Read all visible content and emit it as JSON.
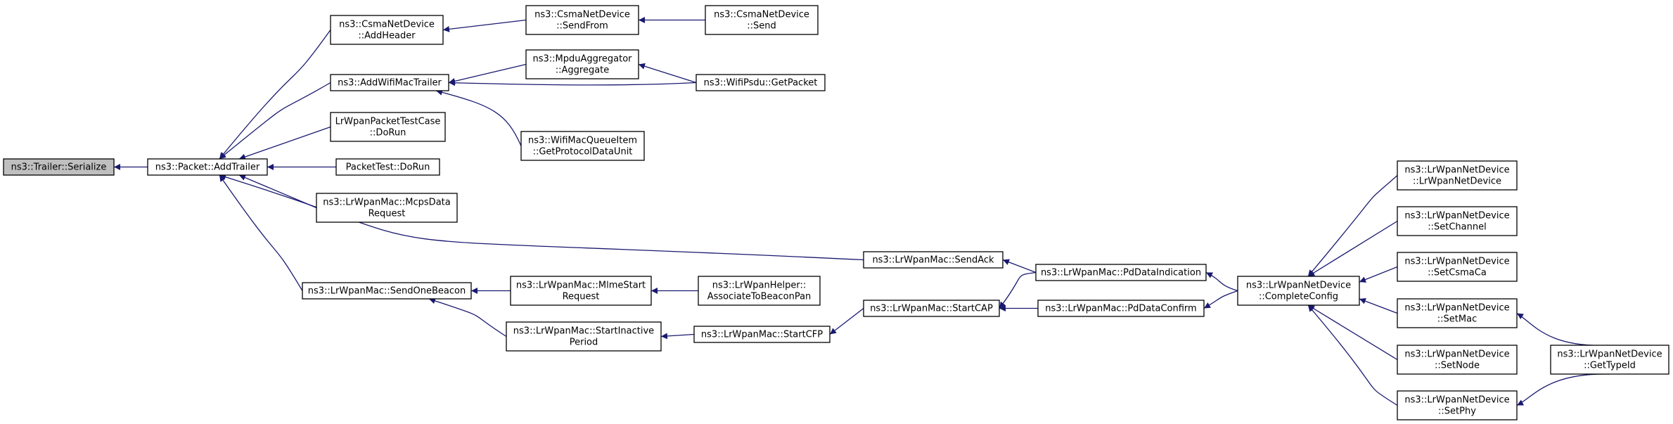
{
  "colors": {
    "edge": "#191970",
    "node_border": "#000000",
    "root_fill": "#bfbfbf",
    "node_fill": "#ffffff"
  },
  "nodes": [
    {
      "id": "serialize",
      "lines": [
        "ns3::Trailer::Serialize"
      ],
      "root": true
    },
    {
      "id": "addtrailer",
      "lines": [
        "ns3::Packet::AddTrailer"
      ]
    },
    {
      "id": "addheader",
      "lines": [
        "ns3::CsmaNetDevice",
        "::AddHeader"
      ]
    },
    {
      "id": "sendfrom",
      "lines": [
        "ns3::CsmaNetDevice",
        "::SendFrom"
      ]
    },
    {
      "id": "send",
      "lines": [
        "ns3::CsmaNetDevice",
        "::Send"
      ]
    },
    {
      "id": "addwifimac",
      "lines": [
        "ns3::AddWifiMacTrailer"
      ]
    },
    {
      "id": "aggregate",
      "lines": [
        "ns3::MpduAggregator",
        "::Aggregate"
      ]
    },
    {
      "id": "getpacket",
      "lines": [
        "ns3::WifiPsdu::GetPacket"
      ]
    },
    {
      "id": "getprotocol",
      "lines": [
        "ns3::WifiMacQueueItem",
        "::GetProtocolDataUnit"
      ]
    },
    {
      "id": "lrwpantest",
      "lines": [
        "LrWpanPacketTestCase",
        "::DoRun"
      ]
    },
    {
      "id": "packettest",
      "lines": [
        "PacketTest::DoRun"
      ]
    },
    {
      "id": "mcpsdata",
      "lines": [
        "ns3::LrWpanMac::McpsData",
        "Request"
      ]
    },
    {
      "id": "sendack",
      "lines": [
        "ns3::LrWpanMac::SendAck"
      ]
    },
    {
      "id": "pddataind",
      "lines": [
        "ns3::LrWpanMac::PdDataIndication"
      ]
    },
    {
      "id": "sendonebeacon",
      "lines": [
        "ns3::LrWpanMac::SendOneBeacon"
      ]
    },
    {
      "id": "mlmestart",
      "lines": [
        "ns3::LrWpanMac::MlmeStart",
        "Request"
      ]
    },
    {
      "id": "associate",
      "lines": [
        "ns3::LrWpanHelper::",
        "AssociateToBeaconPan"
      ]
    },
    {
      "id": "startinactive",
      "lines": [
        "ns3::LrWpanMac::StartInactive",
        "Period"
      ]
    },
    {
      "id": "startcfp",
      "lines": [
        "ns3::LrWpanMac::StartCFP"
      ]
    },
    {
      "id": "startcap",
      "lines": [
        "ns3::LrWpanMac::StartCAP"
      ]
    },
    {
      "id": "pddataconfirm",
      "lines": [
        "ns3::LrWpanMac::PdDataConfirm"
      ]
    },
    {
      "id": "completeconfig",
      "lines": [
        "ns3::LrWpanNetDevice",
        "::CompleteConfig"
      ]
    },
    {
      "id": "lrwpannetdevice",
      "lines": [
        "ns3::LrWpanNetDevice",
        "::LrWpanNetDevice"
      ]
    },
    {
      "id": "setchannel",
      "lines": [
        "ns3::LrWpanNetDevice",
        "::SetChannel"
      ]
    },
    {
      "id": "setcsmaca",
      "lines": [
        "ns3::LrWpanNetDevice",
        "::SetCsmaCa"
      ]
    },
    {
      "id": "setmac",
      "lines": [
        "ns3::LrWpanNetDevice",
        "::SetMac"
      ]
    },
    {
      "id": "setnode",
      "lines": [
        "ns3::LrWpanNetDevice",
        "::SetNode"
      ]
    },
    {
      "id": "setphy",
      "lines": [
        "ns3::LrWpanNetDevice",
        "::SetPhy"
      ]
    },
    {
      "id": "gettypeid",
      "lines": [
        "ns3::LrWpanNetDevice",
        "::GetTypeId"
      ]
    }
  ],
  "edges": [
    {
      "from": "addtrailer",
      "to": "serialize"
    },
    {
      "from": "addheader",
      "to": "addtrailer"
    },
    {
      "from": "addwifimac",
      "to": "addtrailer"
    },
    {
      "from": "lrwpantest",
      "to": "addtrailer"
    },
    {
      "from": "packettest",
      "to": "addtrailer"
    },
    {
      "from": "mcpsdata",
      "to": "addtrailer"
    },
    {
      "from": "sendack",
      "to": "addtrailer"
    },
    {
      "from": "sendonebeacon",
      "to": "addtrailer"
    },
    {
      "from": "sendfrom",
      "to": "addheader"
    },
    {
      "from": "send",
      "to": "sendfrom"
    },
    {
      "from": "aggregate",
      "to": "addwifimac"
    },
    {
      "from": "getpacket",
      "to": "addwifimac"
    },
    {
      "from": "getprotocol",
      "to": "addwifimac"
    },
    {
      "from": "getpacket",
      "to": "aggregate"
    },
    {
      "from": "pddataind",
      "to": "sendack"
    },
    {
      "from": "completeconfig",
      "to": "pddataind"
    },
    {
      "from": "mlmestart",
      "to": "sendonebeacon"
    },
    {
      "from": "startinactive",
      "to": "sendonebeacon"
    },
    {
      "from": "associate",
      "to": "mlmestart"
    },
    {
      "from": "startcfp",
      "to": "startinactive"
    },
    {
      "from": "startcap",
      "to": "startcfp"
    },
    {
      "from": "pddataind",
      "to": "startcap"
    },
    {
      "from": "pddataconfirm",
      "to": "startcap"
    },
    {
      "from": "completeconfig",
      "to": "pddataconfirm"
    },
    {
      "from": "lrwpannetdevice",
      "to": "completeconfig"
    },
    {
      "from": "setchannel",
      "to": "completeconfig"
    },
    {
      "from": "setcsmaca",
      "to": "completeconfig"
    },
    {
      "from": "setmac",
      "to": "completeconfig"
    },
    {
      "from": "setnode",
      "to": "completeconfig"
    },
    {
      "from": "setphy",
      "to": "completeconfig"
    },
    {
      "from": "gettypeid",
      "to": "setmac"
    },
    {
      "from": "gettypeid",
      "to": "setphy"
    }
  ]
}
